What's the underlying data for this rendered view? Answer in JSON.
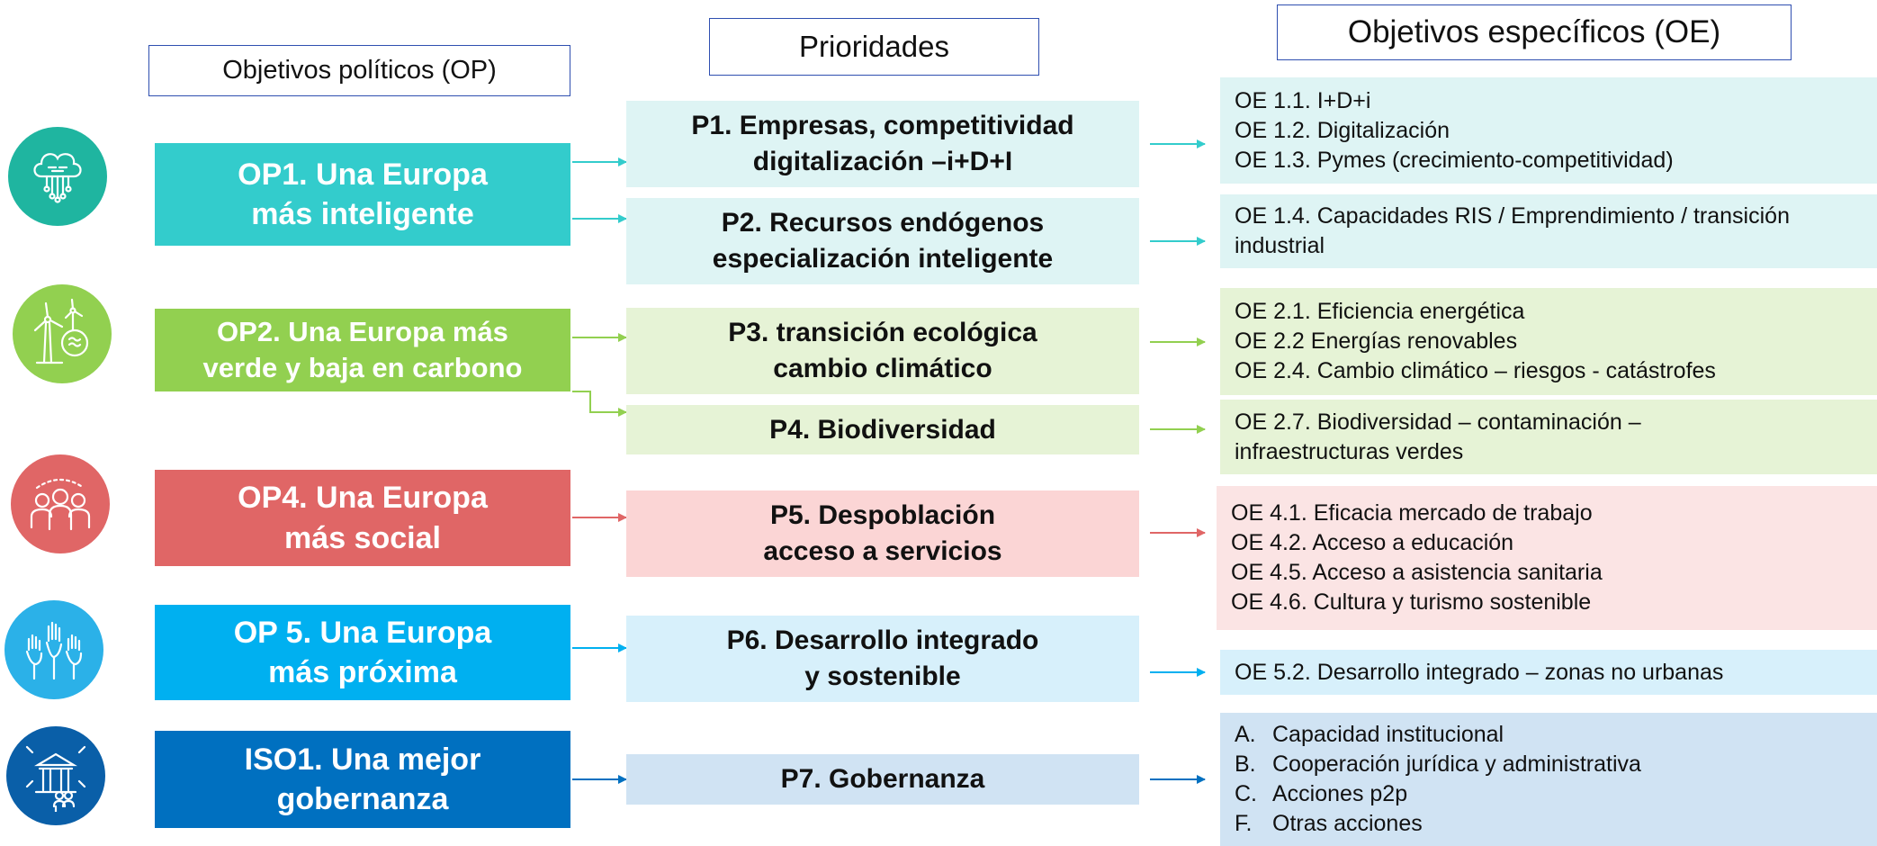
{
  "headers": {
    "op": "Objetivos políticos (OP)",
    "prioridades": "Prioridades",
    "oe": "Objetivos específicos (OE)"
  },
  "colors": {
    "teal": "#33cccc",
    "green": "#92d050",
    "red": "#e06666",
    "cyan": "#00b0f0",
    "blue": "#0070c0",
    "header_border": "#2f4fb0"
  },
  "rows": [
    {
      "icon": "circuit-brain-icon",
      "op": "OP1. Una Europa\nmás inteligente",
      "priorities": [
        {
          "label": "P1. Empresas, competitividad\ndigitalización –i+D+I",
          "oe": [
            "OE 1.1. I+D+i",
            "OE 1.2. Digitalización",
            "OE 1.3. Pymes (crecimiento-competitividad)"
          ]
        },
        {
          "label": "P2. Recursos endógenos\nespecialización inteligente",
          "oe": [
            "OE 1.4. Capacidades RIS / Emprendimiento / transición industrial"
          ]
        }
      ]
    },
    {
      "icon": "wind-turbine-icon",
      "op": "OP2. Una Europa más\nverde y baja en carbono",
      "priorities": [
        {
          "label": "P3. transición ecológica\ncambio climático",
          "oe": [
            "OE 2.1. Eficiencia energética",
            "OE 2.2 Energías renovables",
            "OE 2.4. Cambio climático – riesgos - catástrofes"
          ]
        },
        {
          "label": "P4. Biodiversidad",
          "oe": [
            "OE 2.7. Biodiversidad – contaminación – infraestructuras verdes"
          ]
        }
      ]
    },
    {
      "icon": "people-group-icon",
      "op": "OP4. Una Europa\nmás social",
      "priorities": [
        {
          "label": "P5. Despoblación\nacceso a servicios",
          "oe": [
            "OE 4.1. Eficacia mercado de trabajo",
            "OE 4.2. Acceso a educación",
            "OE 4.5. Acceso a asistencia sanitaria",
            "OE 4.6. Cultura y turismo sostenible"
          ]
        }
      ]
    },
    {
      "icon": "raised-hands-icon",
      "op": "OP 5. Una Europa\nmás próxima",
      "priorities": [
        {
          "label": "P6. Desarrollo integrado\ny sostenible",
          "oe": [
            "OE 5.2. Desarrollo integrado – zonas no urbanas"
          ]
        }
      ]
    },
    {
      "icon": "government-building-icon",
      "op": "ISO1. Una mejor\ngobernanza",
      "priorities": [
        {
          "label": "P7. Gobernanza",
          "oe": [
            {
              "marker": "A.",
              "text": "Capacidad institucional"
            },
            {
              "marker": "B.",
              "text": "Cooperación jurídica y administrativa"
            },
            {
              "marker": "C.",
              "text": "Acciones p2p"
            },
            {
              "marker": "F.",
              "text": "Otras acciones"
            }
          ]
        }
      ]
    }
  ]
}
